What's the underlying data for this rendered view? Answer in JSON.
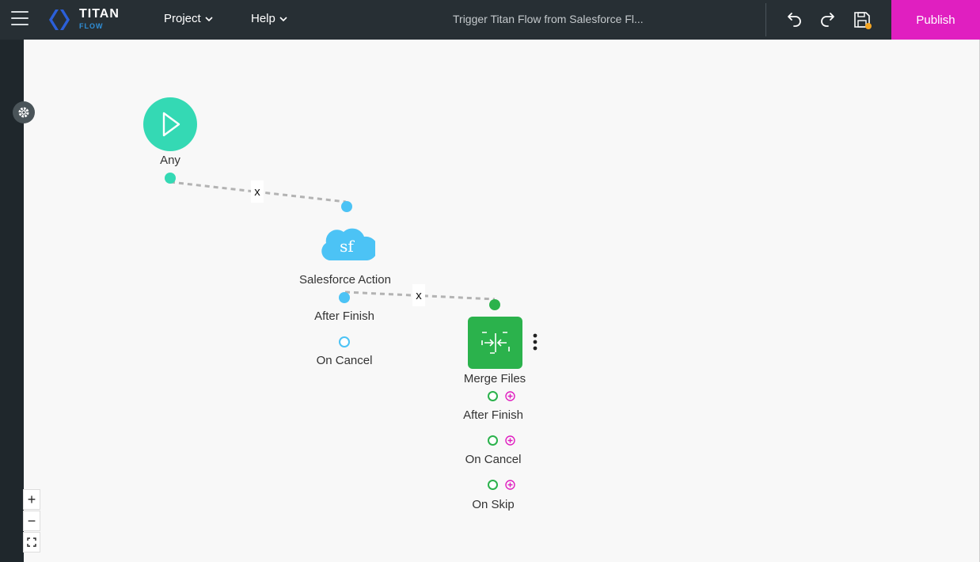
{
  "header": {
    "logo_title": "TITAN",
    "logo_sub": "FLOW",
    "menu_project": "Project",
    "menu_help": "Help",
    "doc_title": "Trigger Titan Flow from Salesforce Fl...",
    "publish_label": "Publish"
  },
  "flow": {
    "start_node": {
      "label": "Any",
      "color": "#34d9b4"
    },
    "salesforce_node": {
      "icon_text": "sf",
      "label": "Salesforce Action",
      "outputs": [
        "After Finish",
        "On Cancel"
      ],
      "color": "#4cc3f5"
    },
    "merge_node": {
      "label": "Merge Files",
      "outputs": [
        "After Finish",
        "On Cancel",
        "On Skip"
      ],
      "color": "#2bb24c"
    },
    "connector_remove": "x"
  },
  "zoom_controls": {
    "zoom_in": "+",
    "zoom_out": "−"
  },
  "colors": {
    "accent_pink": "#e01fc0",
    "topbar": "#272f34"
  }
}
